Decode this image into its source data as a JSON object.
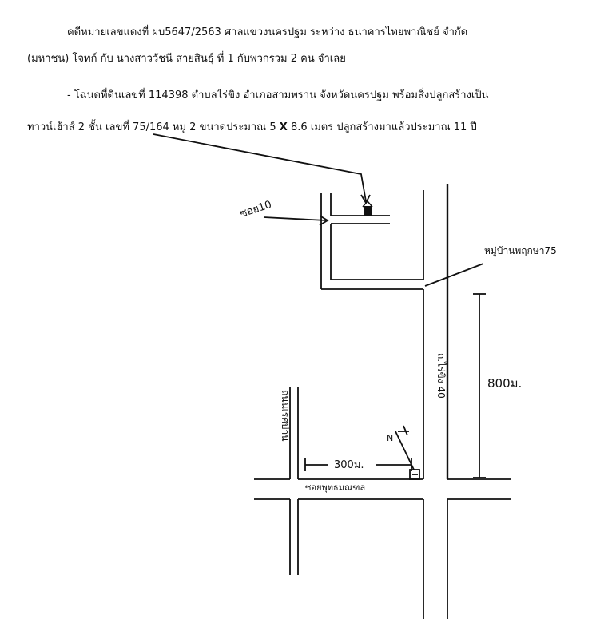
{
  "document": {
    "line1": "คดีหมายเลขแดงที่ ผบ5647/2563  ศาลแขวงนครปฐม  ระหว่าง ธนาคารไทยพาณิชย์ จำกัด",
    "line2": "(มหาชน) โจทก์ กับ นางสาววัชนี  สายสินธุ์ ที่ 1 กับพวกรวม 2 คน จำเลย",
    "line3": "- โฉนดที่ดินเลขที่  114398 ตำบลไร่ขิง อำเภอสามพราน จังหวัดนครปฐม พร้อมสิ่งปลูกสร้างเป็น",
    "line4_a": "ทาวน์เฮ้าส์  2 ชั้น เลขที่ 75/164 หมู่ 2 ขนาดประมาณ 5 ",
    "line4_x": "X",
    "line4_b": " 8.6 เมตร ปลูกสร้างมาแล้วประมาณ 11 ปี"
  },
  "map": {
    "soi_label": "ซอย10",
    "village_label": "หมู่บ้านพฤกษา75",
    "road_right_label": "ถ.ไร่ขิง 40",
    "road_left_label": "ถนนเรศบ่าน",
    "road_bottom_label": "ซอยพุทธมณฑล",
    "distance_vertical": "800ม.",
    "distance_horizontal": "300ม.",
    "north_label": "N"
  }
}
